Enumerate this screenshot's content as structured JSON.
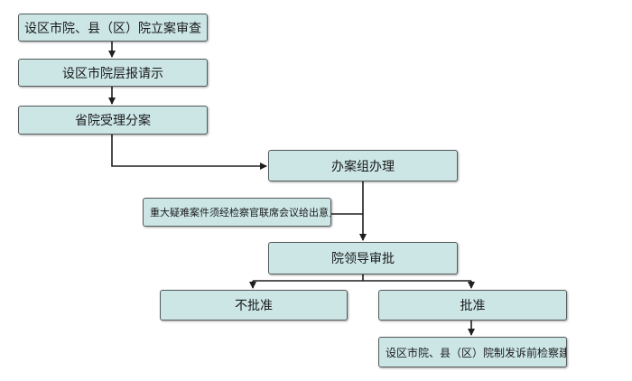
{
  "nodes": {
    "county_filing": "设区市院、县（区）院立案审查",
    "city_request": "设区市院层报请示",
    "provincial_accept": "省院受理分案",
    "case_team": "办案组办理",
    "joint_meeting": "重大疑难案件须经检察官联席会议给出意见",
    "leader_approval": "院领导审批",
    "not_approved": "不批准",
    "approved": "批准",
    "suggestion": "设区市院、县（区）院制发诉前检察建议"
  },
  "colors": {
    "node_fill": "#cce6e6",
    "node_border": "#555b5b",
    "connector": "#1f1f1f"
  }
}
